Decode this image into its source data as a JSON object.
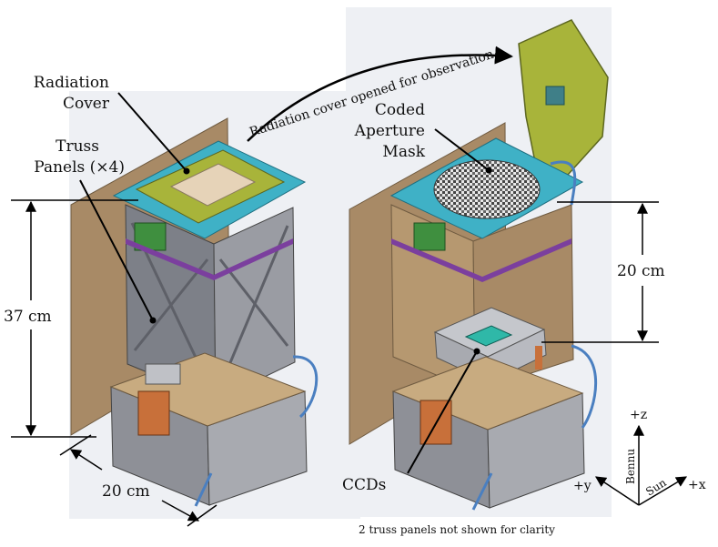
{
  "labels": {
    "radiation_cover": [
      "Radiation",
      "Cover"
    ],
    "truss_panels": [
      "Truss",
      "Panels (×4)"
    ],
    "coded_aperture_mask": [
      "Coded",
      "Aperture",
      "Mask"
    ],
    "ccds": "CCDs",
    "cover_opened": "Radiation cover opened for observation"
  },
  "dimensions": {
    "height_left": "37 cm",
    "width_left": "20 cm",
    "height_right": "20 cm"
  },
  "axes": {
    "z": "+z",
    "y": "+y",
    "x": "+x",
    "bennu": "Bennu",
    "sun": "Sun"
  },
  "footnote": "2 truss panels not shown for clarity",
  "colors": {
    "brown_panel": "#a88a66",
    "gray_body": "#8e9097",
    "cyan_frame": "#3fb1c6",
    "olive_cover": "#a8b43a",
    "mask_pattern": "#555555",
    "ccd_teal": "#2fb8a8",
    "copper": "#c8703a",
    "green_part": "#3f8f3f"
  }
}
